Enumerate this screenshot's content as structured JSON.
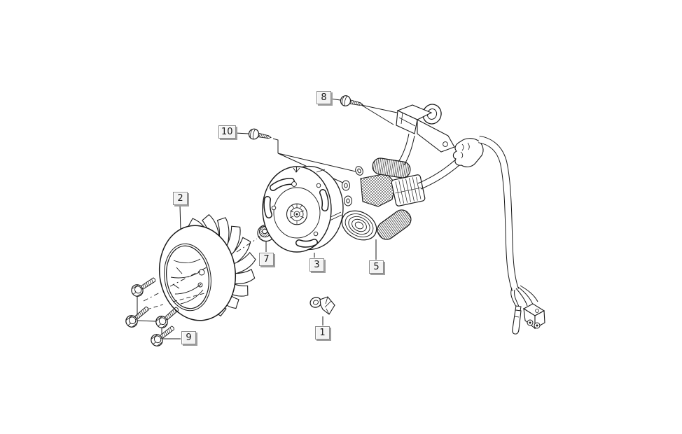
{
  "diagram": {
    "type": "exploded-parts-line-drawing",
    "subject": "flywheel magneto / cooling fan assembly",
    "background_color": "#ffffff",
    "line_color": "#1a1a1a",
    "callout_box": {
      "bg": "#f3f3f3",
      "border": "#8a8a8a",
      "shadow": "#9e9e9e",
      "text": "#1b1b1b"
    },
    "callouts": [
      {
        "label": "2",
        "part": "cooling-fan-wheel"
      },
      {
        "label": "10",
        "part": "stator-mounting-screw"
      },
      {
        "label": "8",
        "part": "pickup-coil-screw"
      },
      {
        "label": "7",
        "part": "flange-nut"
      },
      {
        "label": "3",
        "part": "flywheel-rotor"
      },
      {
        "label": "5",
        "part": "stator-assembly"
      },
      {
        "label": "9",
        "part": "fan-fixing-screws"
      },
      {
        "label": "1",
        "part": "cable-clamp"
      }
    ]
  }
}
